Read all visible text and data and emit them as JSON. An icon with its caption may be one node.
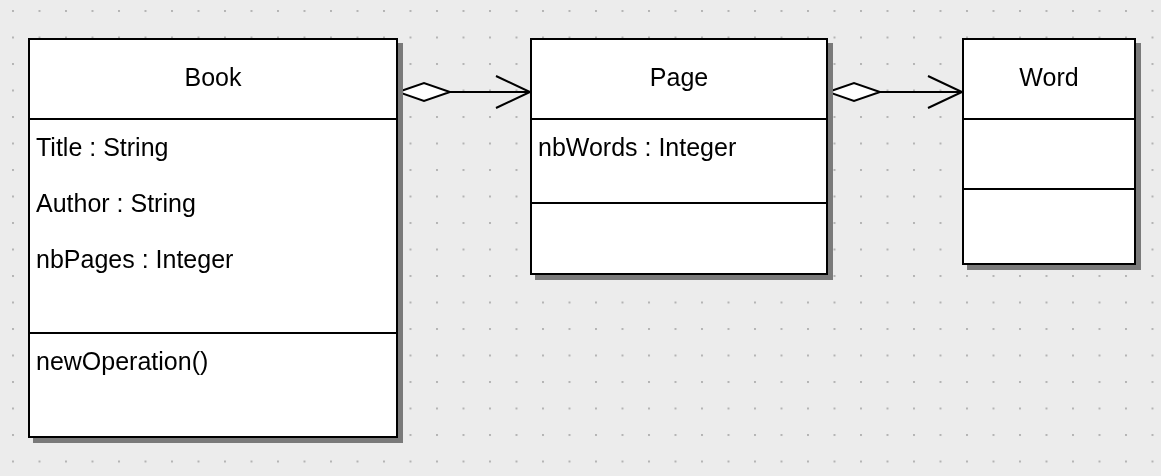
{
  "diagram": {
    "nodes": [
      {
        "text": [
          "Book",
          "Title : String",
          "Author : String",
          "nbPages : Integer",
          "newOperation()"
        ]
      },
      {
        "text": [
          "Page",
          "nbWords : Integer"
        ]
      },
      {
        "text": [
          "Word"
        ]
      }
    ],
    "edges": [
      {
        "from": 0,
        "to": 1,
        "arrow": "to"
      },
      {
        "from": 1,
        "to": 2,
        "arrow": "to"
      }
    ]
  }
}
